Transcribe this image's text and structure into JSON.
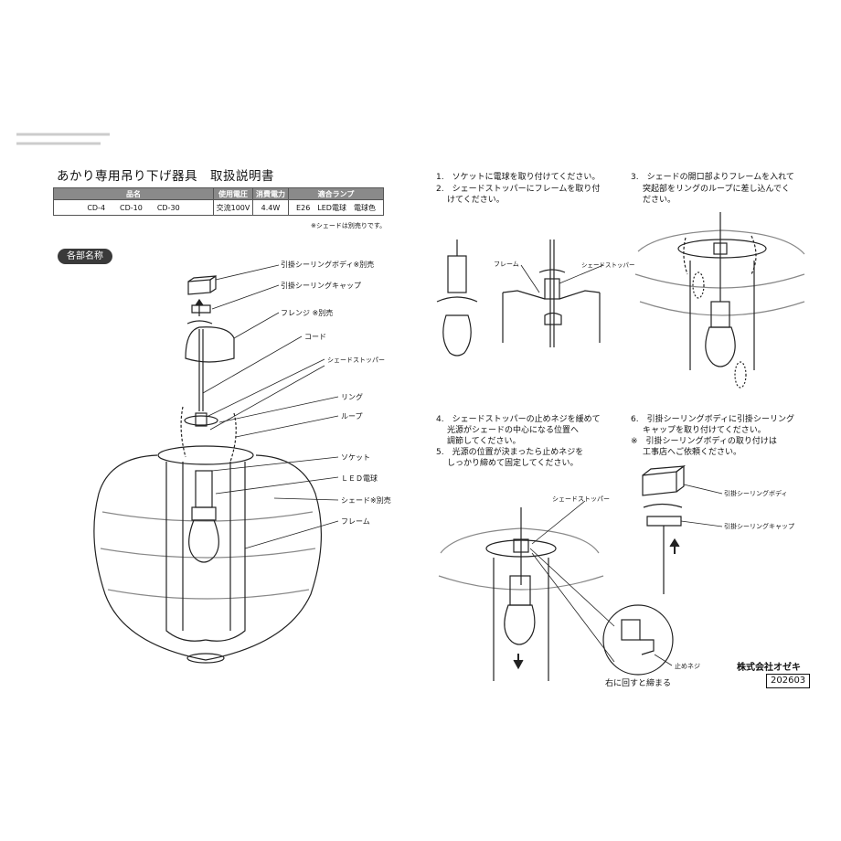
{
  "header": {
    "title": "あかり専用吊り下げ器具　取扱説明書"
  },
  "spec_table": {
    "headers": {
      "name": "品名",
      "voltage": "使用電圧",
      "power": "消費電力",
      "lamp": "適合ランプ"
    },
    "row": {
      "name": "CD-4　　CD-10　　CD-30",
      "voltage": "交流100V",
      "power": "4.4W",
      "lamp": "E26　LED電球　電球色"
    },
    "note": "※シェードは別売りです。"
  },
  "parts_section": {
    "badge": "各部名称",
    "labels": {
      "ceiling_body": "引掛シーリングボディ※別売",
      "ceiling_cap": "引掛シーリングキャップ",
      "flange": "フレンジ ※別売",
      "cord": "コード",
      "shade_stopper": "シェードストッパー",
      "ring": "リング",
      "loop": "ループ",
      "socket": "ソケット",
      "led_bulb": "ＬＥＤ電球",
      "shade": "シェード※別売",
      "frame": "フレーム"
    }
  },
  "steps": {
    "s1": "1.　ソケットに電球を取り付けてください。",
    "s2a": "2.　シェードストッパーにフレームを取り付",
    "s2b": "けてください。",
    "s3a": "3.　シェードの開口部よりフレームを入れて",
    "s3b": "突起部をリングのループに差し込んでく",
    "s3c": "ださい。",
    "s4a": "4.　シェードストッパーの止めネジを緩めて",
    "s4b": "光源がシェードの中心になる位置へ",
    "s4c": "調節してください。",
    "s5a": "5.　光源の位置が決まったら止めネジを",
    "s5b": "しっかり締めて固定してください。",
    "s6a": "6.　引掛シーリングボディに引掛シーリング",
    "s6b": "キャップを取り付けてください。",
    "s6c": "※　引掛シーリングボディの取り付けは",
    "s6d": "工事店へご依頼ください。"
  },
  "diagram_labels": {
    "frame": "フレーム",
    "shade_stopper_1": "シェードストッパー",
    "shade_stopper_2": "シェードストッパー",
    "set_screw": "止めネジ",
    "tighten_right": "右に回すと締まる",
    "ceiling_body": "引掛シーリングボディ",
    "ceiling_cap": "引掛シーリングキャップ"
  },
  "footer": {
    "company": "株式会社オゼキ",
    "code": "202603"
  }
}
